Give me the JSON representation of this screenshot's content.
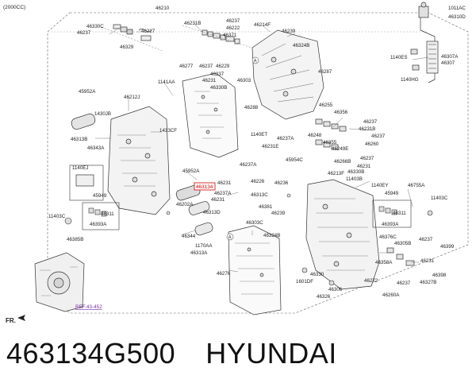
{
  "header": {
    "engine_note": "(2000CC)"
  },
  "labels": [
    {
      "id": "46210",
      "text": "46210"
    },
    {
      "id": "46330C",
      "text": "46330C"
    },
    {
      "id": "46237_a",
      "text": "46237"
    },
    {
      "id": "46227",
      "text": "46227"
    },
    {
      "id": "46329",
      "text": "46329"
    },
    {
      "id": "46231B_a",
      "text": "46231B"
    },
    {
      "id": "46237_b",
      "text": "46237"
    },
    {
      "id": "46222",
      "text": "46222"
    },
    {
      "id": "46371",
      "text": "46371"
    },
    {
      "id": "46214F",
      "text": "46214F"
    },
    {
      "id": "46239_a",
      "text": "46239"
    },
    {
      "id": "46324B_a",
      "text": "46324B"
    },
    {
      "id": "1011AC",
      "text": "1011AC"
    },
    {
      "id": "46310D",
      "text": "46310D"
    },
    {
      "id": "1140ES",
      "text": "1140ES"
    },
    {
      "id": "46307A",
      "text": "46307A"
    },
    {
      "id": "46307",
      "text": "46307"
    },
    {
      "id": "1140HG",
      "text": "1140HG"
    },
    {
      "id": "46277",
      "text": "46277"
    },
    {
      "id": "46237_c",
      "text": "46237"
    },
    {
      "id": "46229",
      "text": "46229"
    },
    {
      "id": "46237_d",
      "text": "46237"
    },
    {
      "id": "46231_a",
      "text": "46231"
    },
    {
      "id": "46303",
      "text": "46303"
    },
    {
      "id": "46330B",
      "text": "46330B"
    },
    {
      "id": "46287",
      "text": "46287"
    },
    {
      "id": "1141AA",
      "text": "1141AA"
    },
    {
      "id": "45952A_a",
      "text": "45952A"
    },
    {
      "id": "46212J",
      "text": "46212J"
    },
    {
      "id": "46288",
      "text": "46288"
    },
    {
      "id": "46255",
      "text": "46255"
    },
    {
      "id": "46356",
      "text": "46356"
    },
    {
      "id": "1430JB",
      "text": "1430JB"
    },
    {
      "id": "1433CF",
      "text": "1433CF"
    },
    {
      "id": "46237_e",
      "text": "46237"
    },
    {
      "id": "46231B_b",
      "text": "46231B"
    },
    {
      "id": "46313B",
      "text": "46313B"
    },
    {
      "id": "1140ET",
      "text": "1140ET"
    },
    {
      "id": "46237A_a",
      "text": "46237A"
    },
    {
      "id": "46248",
      "text": "46248"
    },
    {
      "id": "46355",
      "text": "46355"
    },
    {
      "id": "46237_f",
      "text": "46237"
    },
    {
      "id": "46260",
      "text": "46260"
    },
    {
      "id": "46343A",
      "text": "46343A"
    },
    {
      "id": "46231E",
      "text": "46231E"
    },
    {
      "id": "46249E",
      "text": "46249E"
    },
    {
      "id": "45954C",
      "text": "45954C"
    },
    {
      "id": "46266B",
      "text": "46266B"
    },
    {
      "id": "46237_g",
      "text": "46237"
    },
    {
      "id": "46231_b",
      "text": "46231"
    },
    {
      "id": "1140EJ",
      "text": "1140EJ"
    },
    {
      "id": "45952A_b",
      "text": "45952A"
    },
    {
      "id": "46237A_b",
      "text": "46237A"
    },
    {
      "id": "46213F",
      "text": "46213F"
    },
    {
      "id": "46330B_b",
      "text": "46330B"
    },
    {
      "id": "11403B",
      "text": "11403B"
    },
    {
      "id": "46231_c",
      "text": "46231"
    },
    {
      "id": "46226",
      "text": "46226"
    },
    {
      "id": "46236",
      "text": "46236"
    },
    {
      "id": "1140EY",
      "text": "1140EY"
    },
    {
      "id": "46755A",
      "text": "46755A"
    },
    {
      "id": "45949_a",
      "text": "45949"
    },
    {
      "id": "46313C",
      "text": "46313C"
    },
    {
      "id": "46237A_c",
      "text": "46237A"
    },
    {
      "id": "45949_b",
      "text": "45949"
    },
    {
      "id": "11403C_a",
      "text": "11403C"
    },
    {
      "id": "46202A",
      "text": "46202A"
    },
    {
      "id": "46231_d",
      "text": "46231"
    },
    {
      "id": "46381",
      "text": "46381"
    },
    {
      "id": "11403C_b",
      "text": "11403C"
    },
    {
      "id": "46311_a",
      "text": "46311"
    },
    {
      "id": "46313D",
      "text": "46313D"
    },
    {
      "id": "46239_b",
      "text": "46239"
    },
    {
      "id": "46311_b",
      "text": "46311"
    },
    {
      "id": "46393A_a",
      "text": "46393A"
    },
    {
      "id": "46303C",
      "text": "46303C"
    },
    {
      "id": "46393A_b",
      "text": "46393A"
    },
    {
      "id": "46324B_b",
      "text": "46324B"
    },
    {
      "id": "46344",
      "text": "46344"
    },
    {
      "id": "46376C",
      "text": "46376C"
    },
    {
      "id": "46237_h",
      "text": "46237"
    },
    {
      "id": "46385B",
      "text": "46385B"
    },
    {
      "id": "1170AA",
      "text": "1170AA"
    },
    {
      "id": "46305B",
      "text": "46305B"
    },
    {
      "id": "46399",
      "text": "46399"
    },
    {
      "id": "46313A",
      "text": "46313A"
    },
    {
      "id": "46358A",
      "text": "46358A"
    },
    {
      "id": "46231_e",
      "text": "46231"
    },
    {
      "id": "46276",
      "text": "46276"
    },
    {
      "id": "46330",
      "text": "46330"
    },
    {
      "id": "46398",
      "text": "46398"
    },
    {
      "id": "1601DF",
      "text": "1601DF"
    },
    {
      "id": "46272",
      "text": "46272"
    },
    {
      "id": "46237_i",
      "text": "46237"
    },
    {
      "id": "46327B",
      "text": "46327B"
    },
    {
      "id": "46306",
      "text": "46306"
    },
    {
      "id": "46326",
      "text": "46326"
    },
    {
      "id": "46260A",
      "text": "46260A"
    }
  ],
  "highlight": {
    "text": "463134"
  },
  "reference": {
    "text": "REF.43-452"
  },
  "front_mark": {
    "text": "FR."
  },
  "callout_letters": [
    "A",
    "A"
  ],
  "caption": {
    "part_number": "463134G500",
    "brand": "HYUNDAI"
  },
  "colors": {
    "highlight": "#d40000",
    "reference": "#7a2ea8",
    "line": "#333333"
  }
}
